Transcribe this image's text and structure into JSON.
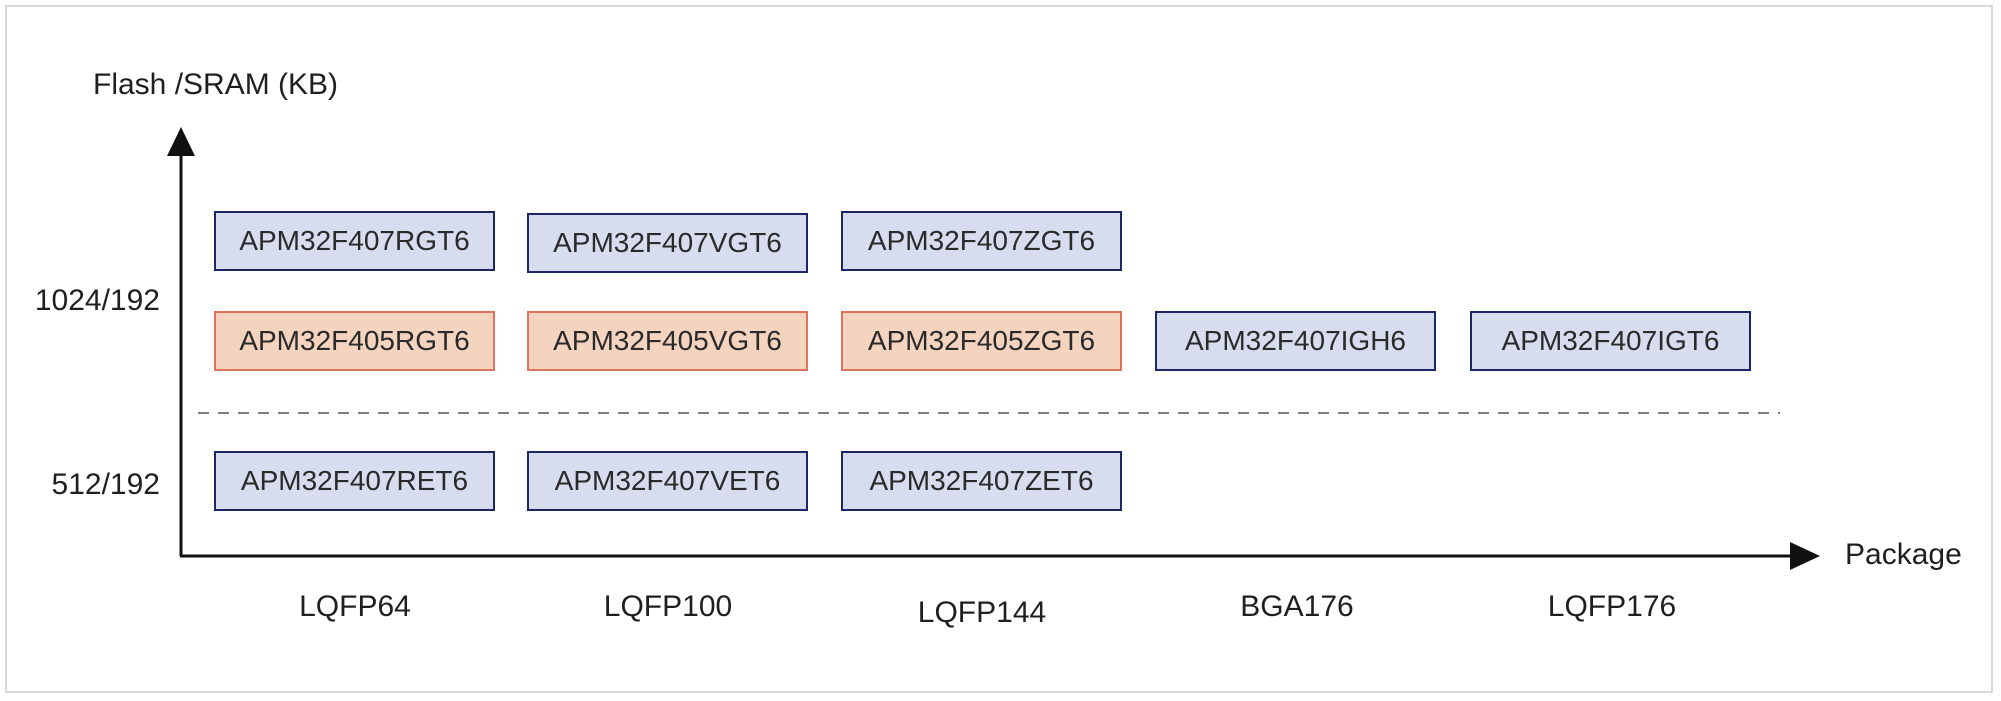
{
  "diagram": {
    "y_axis_title": "Flash /SRAM (KB)",
    "x_axis_title": "Package",
    "y_levels": [
      "1024/192",
      "512/192"
    ],
    "packages": [
      "LQFP64",
      "LQFP100",
      "LQFP144",
      "BGA176",
      "LQFP176"
    ],
    "colors": {
      "f407_fill": "#d7dcef",
      "f407_border": "#1e2766",
      "f405_fill": "#f4d3bf",
      "f405_border": "#e0735f",
      "divider": "#555555"
    },
    "parts": {
      "row_1024_f407": [
        "APM32F407RGT6",
        "APM32F407VGT6",
        "APM32F407ZGT6"
      ],
      "row_1024_mixed": [
        "APM32F405RGT6",
        "APM32F405VGT6",
        "APM32F405ZGT6",
        "APM32F407IGH6",
        "APM32F407IGT6"
      ],
      "row_512_f407": [
        "APM32F407RET6",
        "APM32F407VET6",
        "APM32F407ZET6"
      ]
    }
  }
}
